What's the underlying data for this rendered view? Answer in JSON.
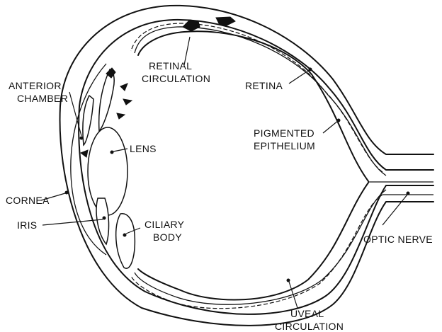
{
  "labels": {
    "retinal_circulation": [
      "RETINAL",
      "CIRCULATION"
    ],
    "anterior_chamber": [
      "ANTERIOR",
      "CHAMBER"
    ],
    "retina": "RETINA",
    "pigmented_epithelium": [
      "PIGMENTED",
      "EPITHELIUM"
    ],
    "lens": "LENS",
    "cornea": "CORNEA",
    "iris": "IRIS",
    "ciliary_body": [
      "CILIARY",
      "BODY"
    ],
    "optic_nerve": "OPTIC NERVE",
    "uveal_circulation": [
      "UVEAL",
      "CIRCULATION"
    ]
  }
}
